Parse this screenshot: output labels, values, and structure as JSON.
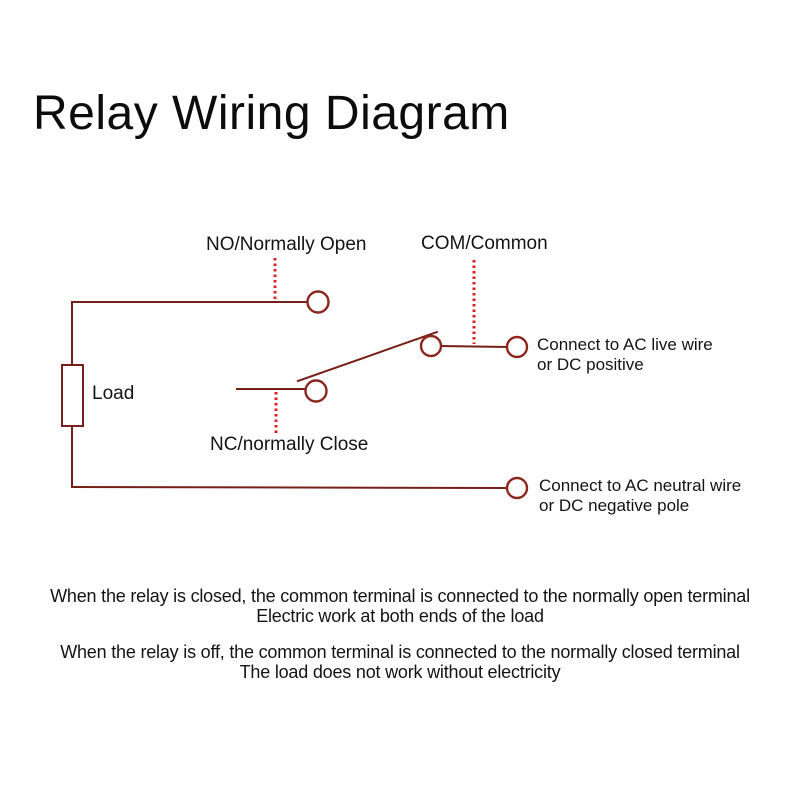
{
  "page": {
    "title": "Relay Wiring Diagram"
  },
  "diagram": {
    "terminal_labels": {
      "no": "NO/Normally Open",
      "com": "COM/Common",
      "nc": "NC/normally Close",
      "load": "Load"
    },
    "connection_labels": {
      "live": "Connect to AC live wire\nor DC positive",
      "neutral": "Connect to AC neutral wire\nor DC negative pole"
    },
    "colors": {
      "wire": "#772019",
      "terminal": "#8b261d",
      "pointer": "#dd2222",
      "text": "#141414"
    }
  },
  "notes": {
    "relay_closed": "When the relay is closed, the common terminal is connected to the normally open terminal\nElectric work at both ends of the load",
    "relay_off": "When the relay is off, the common terminal is connected to the normally closed terminal\nThe load does not work without electricity"
  }
}
